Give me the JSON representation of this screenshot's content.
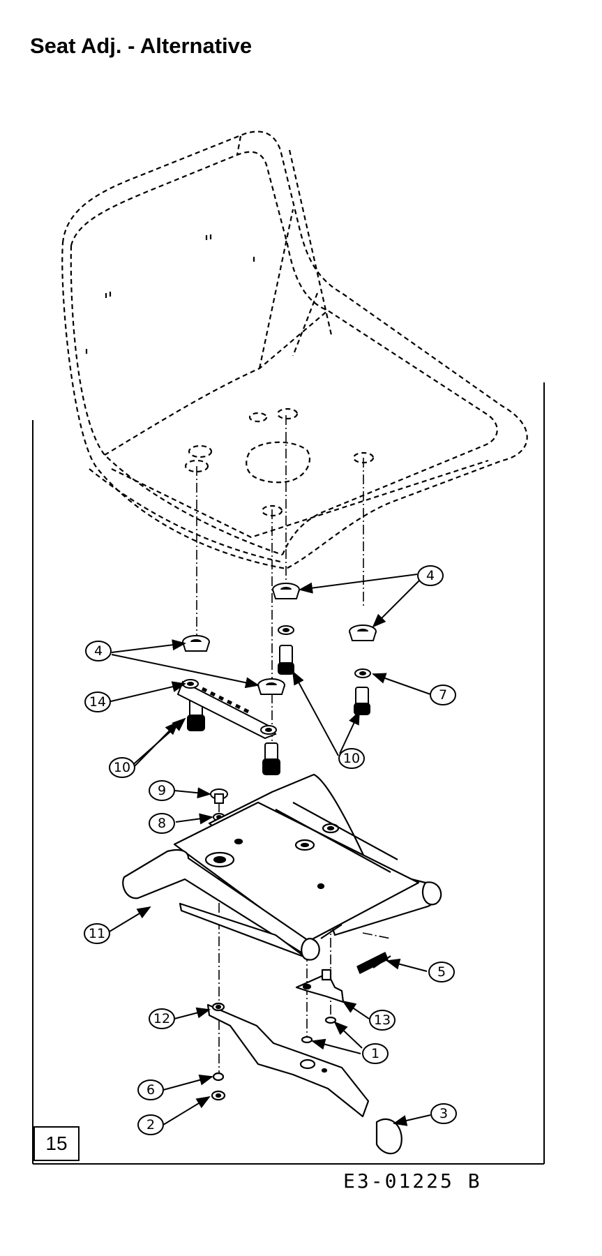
{
  "page": {
    "title": "Seat Adj. - Alternative",
    "page_number": "15",
    "drawing_code": "E3-01225 B"
  },
  "callouts": [
    {
      "id": "callout-4-right",
      "label": "4"
    },
    {
      "id": "callout-4-left",
      "label": "4"
    },
    {
      "id": "callout-14",
      "label": "14"
    },
    {
      "id": "callout-7",
      "label": "7"
    },
    {
      "id": "callout-10-left",
      "label": "10"
    },
    {
      "id": "callout-10-right",
      "label": "10"
    },
    {
      "id": "callout-9",
      "label": "9"
    },
    {
      "id": "callout-8",
      "label": "8"
    },
    {
      "id": "callout-11",
      "label": "11"
    },
    {
      "id": "callout-5",
      "label": "5"
    },
    {
      "id": "callout-13",
      "label": "13"
    },
    {
      "id": "callout-12",
      "label": "12"
    },
    {
      "id": "callout-1",
      "label": "1"
    },
    {
      "id": "callout-6",
      "label": "6"
    },
    {
      "id": "callout-2",
      "label": "2"
    },
    {
      "id": "callout-3",
      "label": "3"
    }
  ]
}
